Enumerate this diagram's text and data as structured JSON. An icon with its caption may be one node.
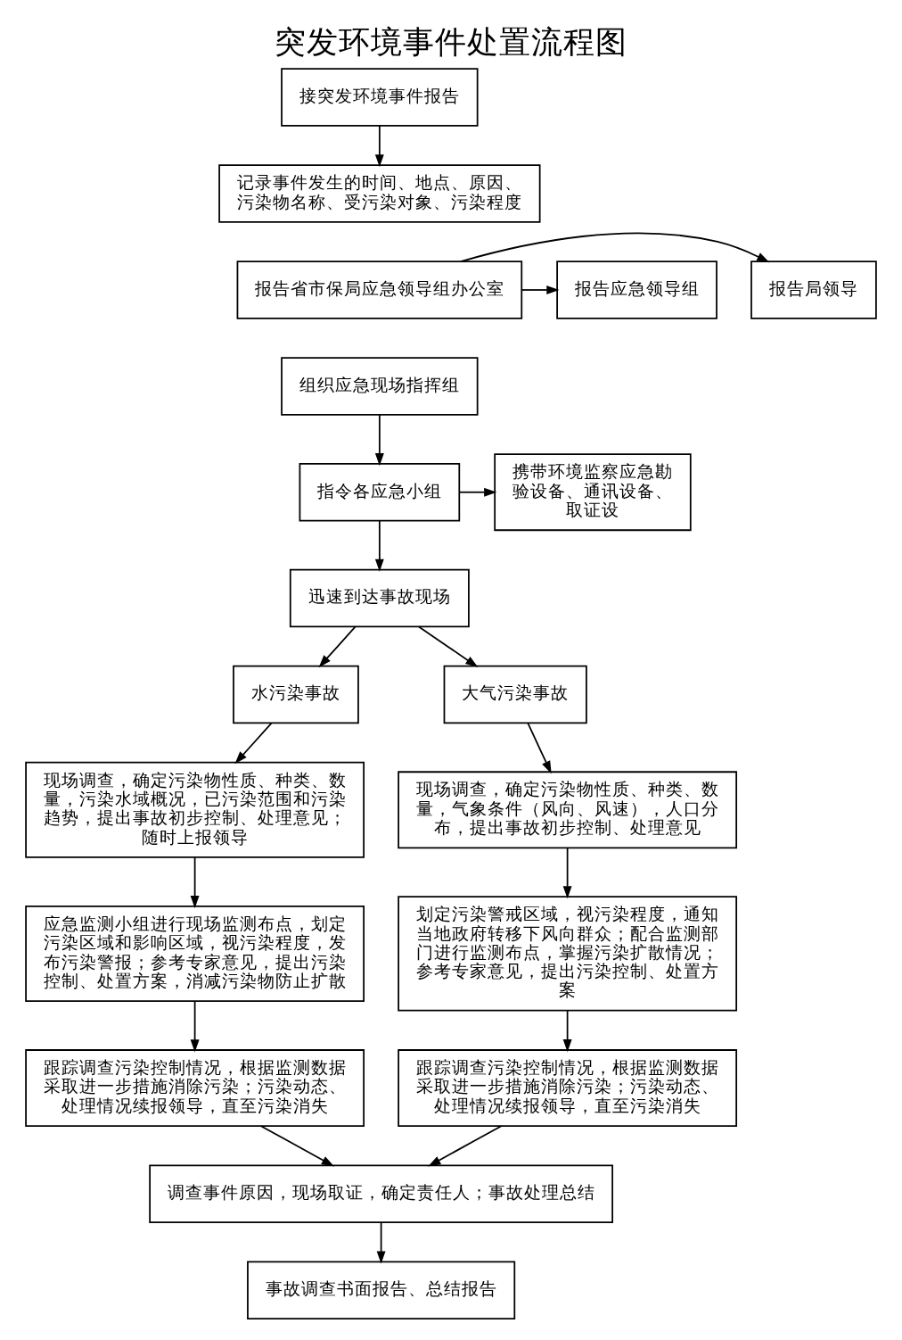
{
  "diagram": {
    "title": "突发环境事件处置流程图",
    "nodes": [
      {
        "text": [
          "接突发环境事件报告"
        ]
      },
      {
        "text": [
          "记录事件发生的时间、地点、原因、污染物名称、受污染对象、污染程度"
        ]
      },
      {
        "text": [
          "报告局领导"
        ]
      },
      {
        "text": [
          "报告省市保局应急领导组办公室"
        ]
      },
      {
        "text": [
          "报告应急领导组"
        ]
      },
      {
        "text": [
          "组织应急现场指挥组"
        ]
      },
      {
        "text": [
          "指令各应急小组"
        ]
      },
      {
        "text": [
          "携带环境监察应急勘验设备、通讯设备、取证设"
        ]
      },
      {
        "text": [
          "迅速到达事故现场"
        ]
      },
      {
        "text": [
          "水污染事故"
        ]
      },
      {
        "text": [
          "大气污染事故"
        ]
      },
      {
        "text": [
          "现场调查，确定污染物性质、种类、数量，污染水域概况，已污染范围和污染趋势，提出事故初步控制、处理意见；随时上报领导"
        ]
      },
      {
        "text": [
          "现场调查，确定污染物性质、种类、数量，气象条件（风向、风速），人口分布，提出事故初步控制、处理意见"
        ]
      },
      {
        "text": [
          "应急监测小组进行现场监测布点，划定污染区域和影响区域，视污染程度，发布污染警报；参考专家意见，提出污染控制、处置方案，消减污染物防止扩散"
        ]
      },
      {
        "text": [
          "划定污染警戒区域，视污染程度，通知当地政府转移下风向群众；配合监测部门进行监测布点，掌握污染扩散情况；参考专家意见，提出污染控制、处置方案"
        ]
      },
      {
        "text": [
          "跟踪调查污染控制情况，根据监测数据采取进一步措施消除污染；污染动态、处理情况续报领导，直至污染消失"
        ]
      },
      {
        "text": [
          "跟踪调查污染控制情况，根据监测数据采取进一步措施消除污染；污染动态、处理情况续报领导，直至污染消失"
        ]
      },
      {
        "text": [
          "调查事件原因，现场取证，确定责任人；事故处理总结"
        ]
      },
      {
        "text": [
          "事故调查书面报告、总结报告"
        ]
      }
    ],
    "edges": [
      {
        "from": 0,
        "to": 1,
        "arrow": "to"
      },
      {
        "from": 3,
        "to": 2,
        "arrow": "to"
      },
      {
        "from": 3,
        "to": 4,
        "arrow": "to"
      },
      {
        "from": 5,
        "to": 6,
        "arrow": "to"
      },
      {
        "from": 6,
        "to": 7,
        "arrow": "to"
      },
      {
        "from": 6,
        "to": 8,
        "arrow": "to"
      },
      {
        "from": 8,
        "to": 9,
        "arrow": "to"
      },
      {
        "from": 8,
        "to": 10,
        "arrow": "to"
      },
      {
        "from": 9,
        "to": 11,
        "arrow": "to"
      },
      {
        "from": 10,
        "to": 12,
        "arrow": "to"
      },
      {
        "from": 11,
        "to": 13,
        "arrow": "to"
      },
      {
        "from": 12,
        "to": 14,
        "arrow": "to"
      },
      {
        "from": 13,
        "to": 15,
        "arrow": "to"
      },
      {
        "from": 14,
        "to": 16,
        "arrow": "to"
      },
      {
        "from": 15,
        "to": 17,
        "arrow": "to"
      },
      {
        "from": 16,
        "to": 17,
        "arrow": "to"
      },
      {
        "from": 17,
        "to": 18,
        "arrow": "to"
      }
    ]
  }
}
